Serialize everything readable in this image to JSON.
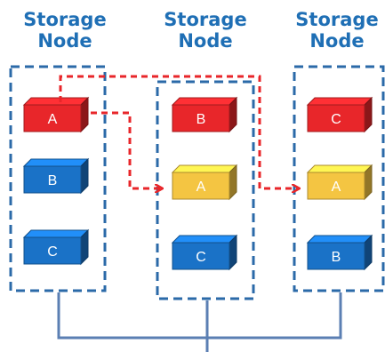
{
  "nodes": [
    {
      "title_line1": "Storage",
      "title_line2": "Node",
      "blocks": [
        {
          "label": "A",
          "color": "#e8262a",
          "kind": "primary"
        },
        {
          "label": "B",
          "color": "#1a72c7",
          "kind": "normal"
        },
        {
          "label": "C",
          "color": "#1a72c7",
          "kind": "normal"
        }
      ]
    },
    {
      "title_line1": "Storage",
      "title_line2": "Node",
      "blocks": [
        {
          "label": "B",
          "color": "#e8262a",
          "kind": "primary"
        },
        {
          "label": "A",
          "color": "#f4c542",
          "kind": "replica"
        },
        {
          "label": "C",
          "color": "#1a72c7",
          "kind": "normal"
        }
      ]
    },
    {
      "title_line1": "Storage",
      "title_line2": "Node",
      "blocks": [
        {
          "label": "C",
          "color": "#e8262a",
          "kind": "primary"
        },
        {
          "label": "A",
          "color": "#f4c542",
          "kind": "replica"
        },
        {
          "label": "B",
          "color": "#1a72c7",
          "kind": "normal"
        }
      ]
    }
  ],
  "colors": {
    "title": "#1f6fb5",
    "node_border": "#2b6aa8",
    "replication_arrow": "#e8262a",
    "connector": "#5b7fb3"
  }
}
